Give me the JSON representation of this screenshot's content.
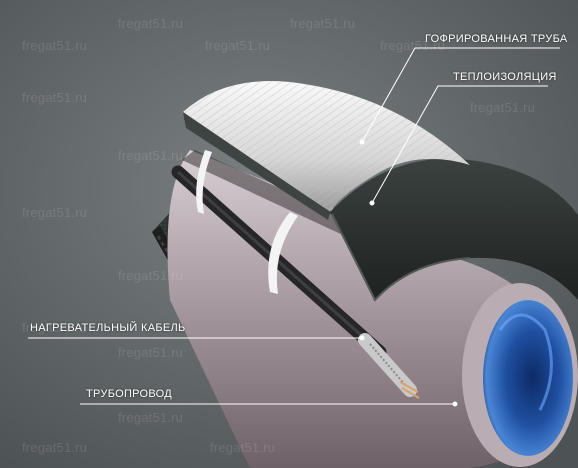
{
  "watermark": "fregat51.ru",
  "labels": {
    "corrugated_pipe": "ГОФРИРОВАННАЯ ТРУБА",
    "thermal_insulation": "ТЕПЛОИЗОЛЯЦИЯ",
    "heating_cable": "НАГРЕВАТЕЛЬНЫЙ КАБЕЛЬ",
    "pipeline": "ТРУБОПРОВОД"
  },
  "colors": {
    "background": "#5f6466",
    "corrugated_pipe": "#e8e8e8",
    "insulation": "#2d3230",
    "pipe": "#a89ca2",
    "pipe_inner": "#2a5ea8",
    "cable": "#2e2e30",
    "leader_line": "#ffffff"
  }
}
